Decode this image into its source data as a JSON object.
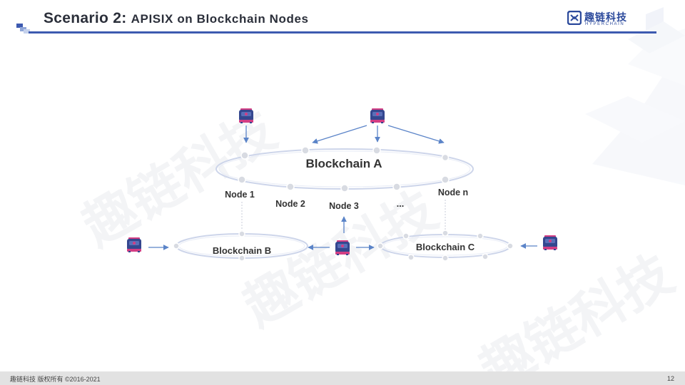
{
  "header": {
    "title_main": "Scenario 2:",
    "title_sub": "APISIX on Blockchain Nodes",
    "logo_name": "趣链科技",
    "logo_sub": "HYPERCHAIN"
  },
  "diagram": {
    "chain_a_label": "Blockchain A",
    "chain_b_label": "Blockchain B",
    "chain_c_label": "Blockchain C",
    "node_labels": [
      "Node 1",
      "Node 2",
      "Node 3",
      "...",
      "Node n"
    ]
  },
  "watermark": "趣链科技",
  "footer": {
    "copyright": "趣链科技 版权所有 ©2016-2021",
    "page_number": "12"
  },
  "colors": {
    "accent": "#3d5ab0",
    "title": "#2b2f3a",
    "ring": "#cdd5ea",
    "arrow": "#5b84c8",
    "server_body": "#34478f",
    "server_accent": "#d33e84"
  }
}
